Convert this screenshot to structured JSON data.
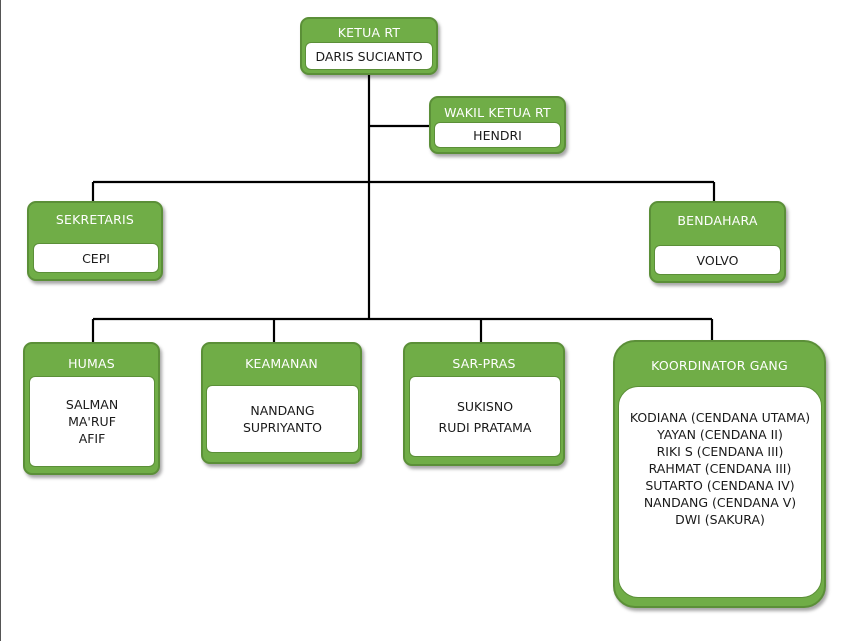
{
  "ketua": {
    "title": "KETUA RT",
    "name": "DARIS SUCIANTO"
  },
  "wakil": {
    "title": "WAKIL KETUA RT",
    "name": "HENDRI"
  },
  "sekretaris": {
    "title": "SEKRETARIS",
    "name": "CEPI"
  },
  "bendahara": {
    "title": "BENDAHARA",
    "name": "VOLVO"
  },
  "humas": {
    "title": "HUMAS",
    "members": [
      "SALMAN",
      "MA'RUF",
      "AFIF"
    ]
  },
  "keamanan": {
    "title": "KEAMANAN",
    "members": [
      "NANDANG",
      "SUPRIYANTO"
    ]
  },
  "sarpras": {
    "title": "SAR-PRAS",
    "members": [
      "SUKISNO",
      "RUDI PRATAMA"
    ]
  },
  "koordinator": {
    "title": "KOORDINATOR GANG",
    "members": [
      "KODIANA (CENDANA UTAMA)",
      "YAYAN (CENDANA II)",
      "RIKI S (CENDANA III)",
      "RAHMAT (CENDANA III)",
      "SUTARTO (CENDANA IV)",
      "NANDANG (CENDANA V)",
      "DWI (SAKURA)"
    ]
  },
  "colors": {
    "box_fill": "#70ad47",
    "box_border": "#5b8f38",
    "connector": "#000000"
  }
}
